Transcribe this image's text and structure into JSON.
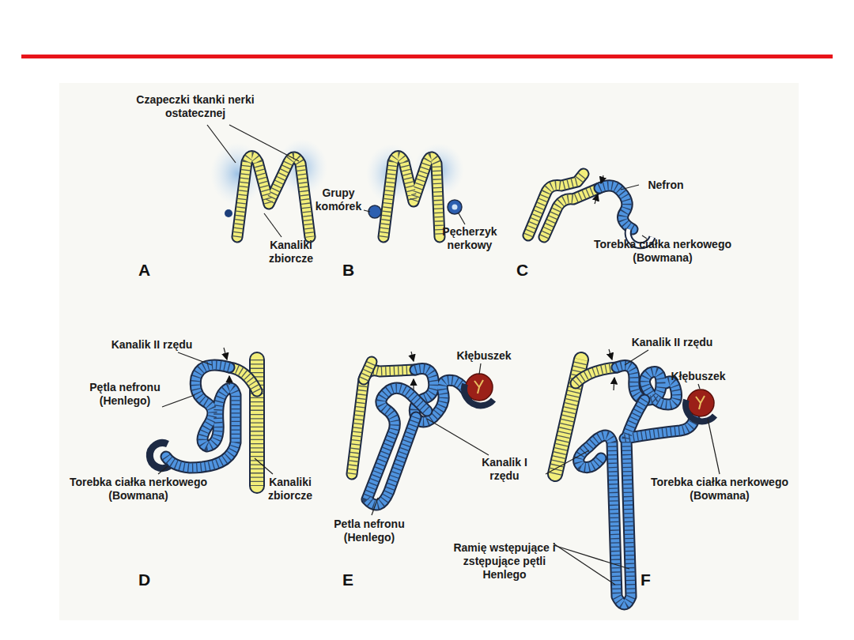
{
  "diagram": {
    "labels": [
      "Czapeczki tkanki nerki ostatecznej",
      "Kanaliki zbiorcze",
      "A",
      "Grupy komórek",
      "Pęcherzyk nerkowy",
      "B",
      "Nefron",
      "Torebka ciałka nerkowego (Bowmana)",
      "C",
      "Kanalik II rzędu",
      "Pętla nefronu (Henlego)",
      "Torebka ciałka nerkowego (Bowmana)",
      "Kanaliki zbiorcze",
      "D",
      "Kłębuszek",
      "Kanalik I rzędu",
      "Petla nefronu (Henlego)",
      "E",
      "Kanalik II rzędu",
      "Kłębuszek",
      "Torebka ciałka nerkowego (Bowmana)",
      "Ramię wstępujące i zstępujące pętli Henlego",
      "F"
    ]
  }
}
